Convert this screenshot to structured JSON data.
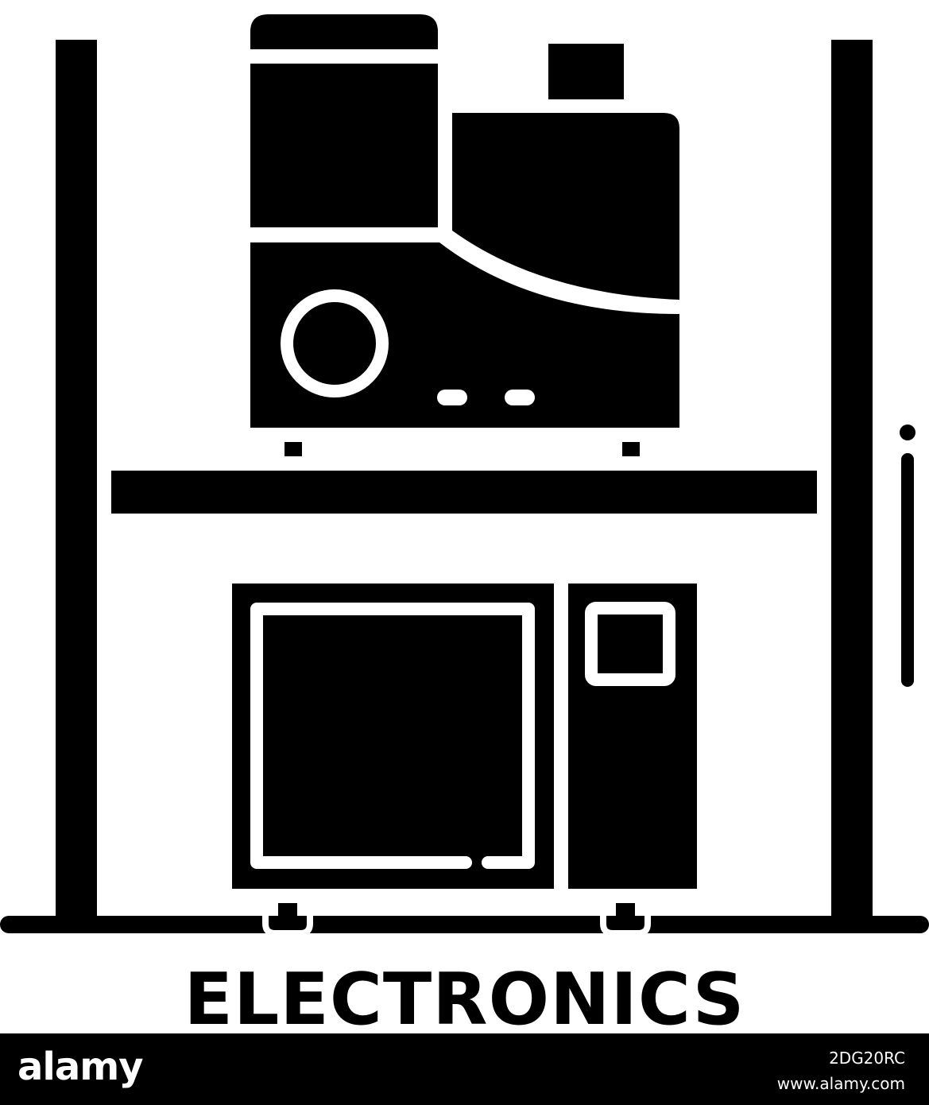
{
  "caption": "ELECTRONICS",
  "footer": {
    "logo": "alamy",
    "image_id": "2DG20RC",
    "url": "www.alamy.com"
  },
  "colors": {
    "ink": "#000000",
    "paper": "#ffffff"
  },
  "icon": "electronics-icon"
}
